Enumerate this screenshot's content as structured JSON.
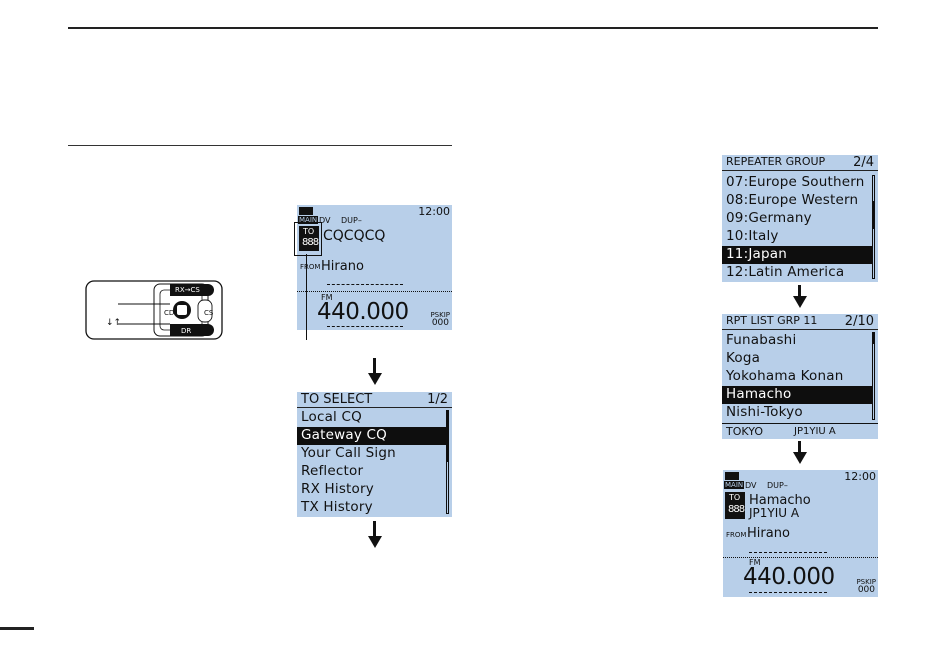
{
  "main_screen_top": {
    "badge": "MAIN",
    "mode": "DV",
    "duplex": "DUP–",
    "time": "12:00",
    "to_label": "TO",
    "to_call": "CQCQCQ",
    "from_label": "FROM",
    "from_call": "Hirano",
    "fm_label": "FM",
    "frequency": "440.000",
    "pskip": "PSKIP",
    "mem_ch": "000"
  },
  "to_select": {
    "title": "TO SELECT",
    "page": "1/2",
    "items": [
      "Local CQ",
      "Gateway CQ",
      "Your Call Sign",
      "Reflector",
      "RX History",
      "TX History"
    ],
    "selected_index": 1
  },
  "repeater_group": {
    "title": "REPEATER GROUP",
    "page": "2/4",
    "items": [
      "07:Europe Southern",
      "08:Europe Western",
      "09:Germany",
      "10:Italy",
      "11:Japan",
      "12:Latin America"
    ],
    "selected_index": 4
  },
  "rpt_list": {
    "title": "RPT LIST GRP 11",
    "page": "2/10",
    "items": [
      "Funabashi",
      "Koga",
      "Yokohama Konan",
      "Hamacho",
      "Nishi-Tokyo"
    ],
    "selected_index": 3,
    "footer_area": "TOKYO",
    "footer_call": "JP1YIU A"
  },
  "main_screen_bottom": {
    "badge": "MAIN",
    "mode": "DV",
    "duplex": "DUP–",
    "time": "12:00",
    "to_label": "TO",
    "to_name": "Hamacho",
    "to_call": "JP1YIU A",
    "from_label": "FROM",
    "from_call": "Hirano",
    "fm_label": "FM",
    "frequency": "440.000",
    "pskip": "PSKIP",
    "mem_ch": "000"
  },
  "keys": {
    "top": "RX→CS",
    "left": "CD",
    "right": "CS",
    "bottom": "DR",
    "updown": "↓↑"
  },
  "colors": {
    "lcd_bg": "#b8cfe9",
    "highlight": "#0e0e0e"
  }
}
